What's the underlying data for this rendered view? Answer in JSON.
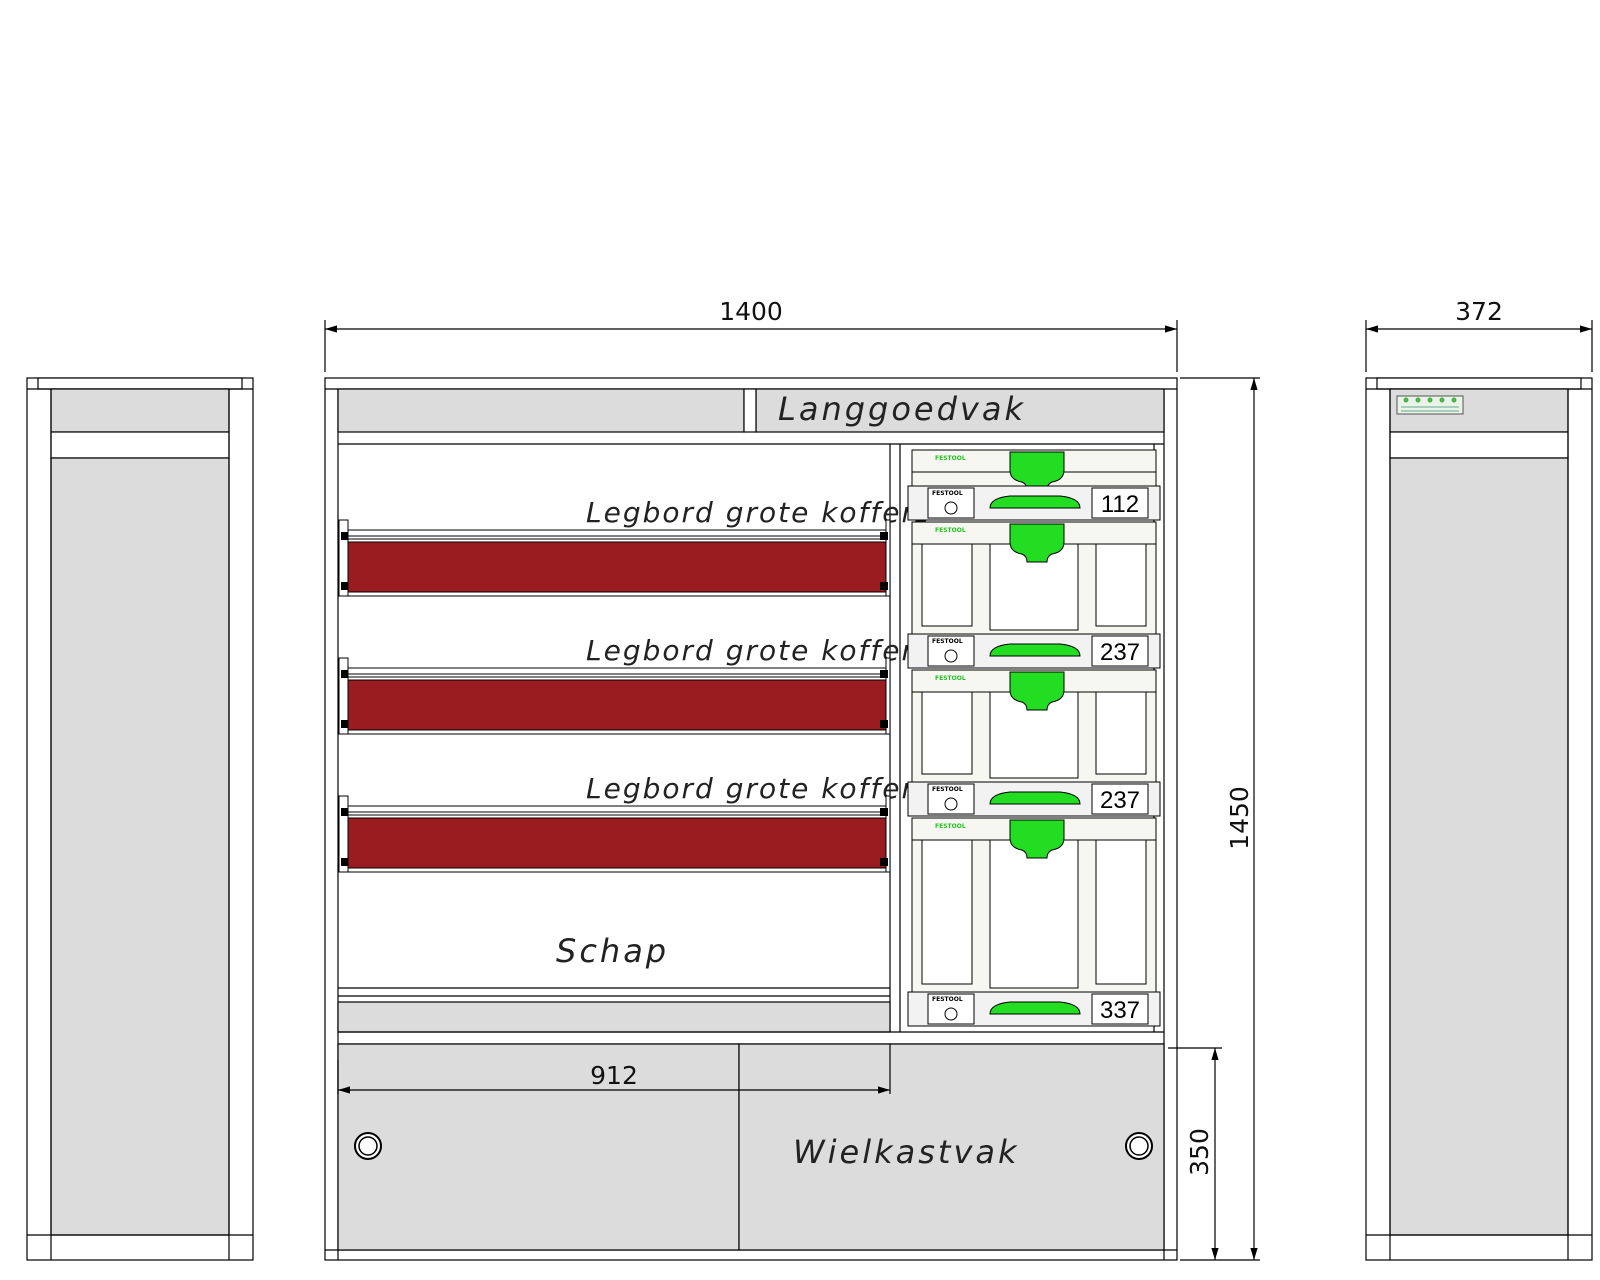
{
  "dimensions": {
    "front_width": "1400",
    "side_width": "372",
    "height": "1450",
    "left_section": "912",
    "wheel_height": "350"
  },
  "labels": {
    "long_goods": "Langgoedvak",
    "shelves": [
      "Legbord grote koffers",
      "Legbord grote koffers",
      "Legbord grote koffers"
    ],
    "shelf": "Schap",
    "wheel_box": "Wielkastvak"
  },
  "systainers": [
    {
      "size": "112",
      "brand": "FESTOOL"
    },
    {
      "size": "237",
      "brand": "FESTOOL"
    },
    {
      "size": "237",
      "brand": "FESTOOL"
    },
    {
      "size": "337",
      "brand": "FESTOOL"
    }
  ],
  "colors": {
    "panel_gray": "#dcdcdc",
    "shelf_red": "#9b1c20",
    "handle_green": "#22dd22",
    "systainer_body": "#f7f7f2"
  }
}
